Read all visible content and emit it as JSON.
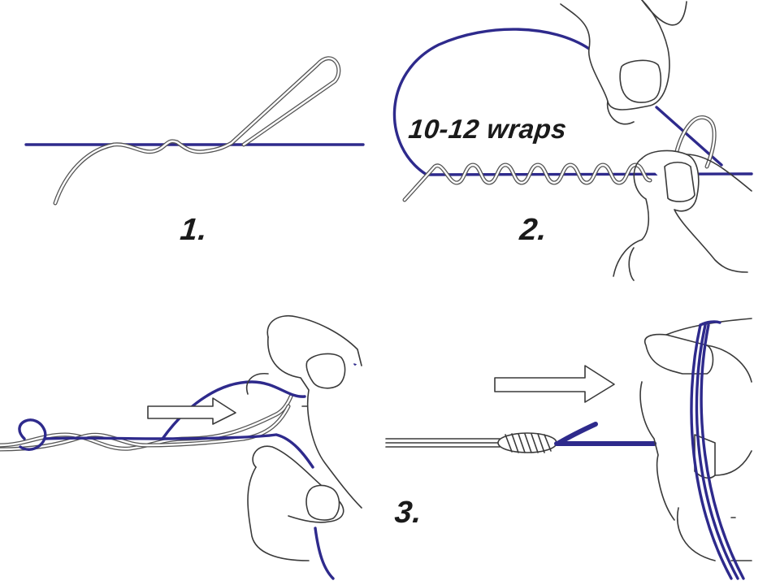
{
  "diagram": {
    "subject": "Line-to-leader connection knot tying steps",
    "colors": {
      "main_line": "#2e2a8c",
      "leader_line": "#555555",
      "outline": "#3a3a3a",
      "background": "#ffffff",
      "label_text": "#1a1a1a"
    },
    "steps": [
      {
        "label": "1.",
        "description": "Leader loop doubled and laid alongside the blue main line"
      },
      {
        "label": "2.",
        "description": "Tag end wrapped around the main line while fingers hold the loop",
        "annotation": "10-12 wraps"
      },
      {
        "label": "3.",
        "description": "Pull tag end through the loop, then pull tight (arrows show pull direction)"
      }
    ],
    "arrows": [
      {
        "panel": "3a",
        "direction": "right"
      },
      {
        "panel": "3b",
        "direction": "right"
      }
    ]
  }
}
